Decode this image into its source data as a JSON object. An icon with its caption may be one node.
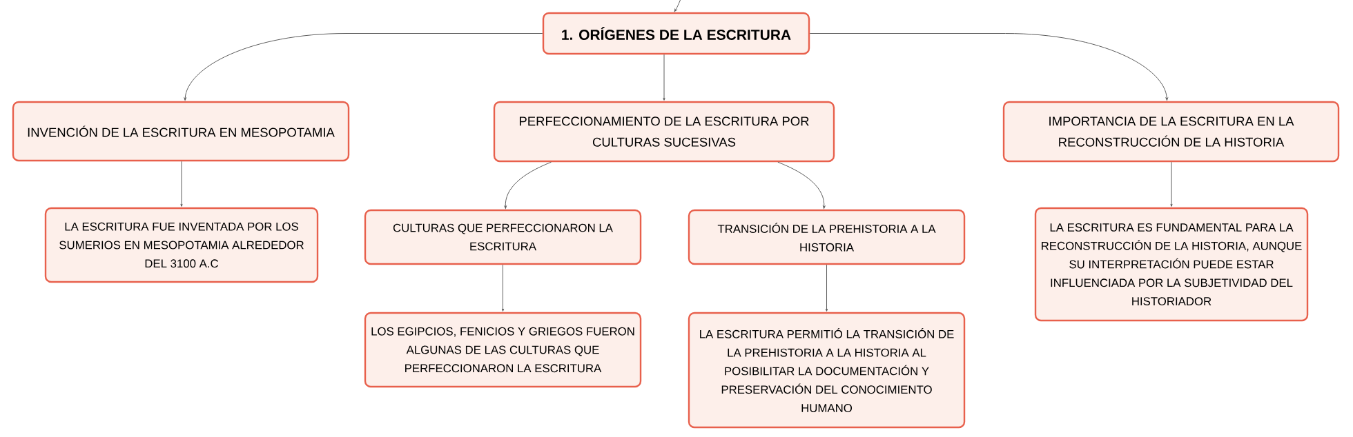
{
  "diagram": {
    "nodes": [
      {
        "text": [
          "1. ORÍGENES DE LA ESCRITURA"
        ]
      },
      {
        "text": [
          "INVENCIÓN DE LA ESCRITURA EN MESOPOTAMIA"
        ]
      },
      {
        "text": [
          "PERFECCIONAMIENTO DE LA ESCRITURA POR CULTURAS SUCESIVAS"
        ]
      },
      {
        "text": [
          "IMPORTANCIA DE LA ESCRITURA EN LA RECONSTRUCCIÓN DE LA HISTORIA"
        ]
      },
      {
        "text": [
          "LA ESCRITURA FUE INVENTADA POR LOS SUMERIOS EN MESOPOTAMIA ALREDEDOR DEL 3100 A.C"
        ]
      },
      {
        "text": [
          "CULTURAS QUE PERFECCIONARON LA ESCRITURA"
        ]
      },
      {
        "text": [
          "TRANSICIÓN DE LA PREHISTORIA A LA HISTORIA"
        ]
      },
      {
        "text": [
          "LOS EGIPCIOS, FENICIOS Y GRIEGOS FUERON ALGUNAS DE LAS CULTURAS QUE PERFECCIONARON LA ESCRITURA"
        ]
      },
      {
        "text": [
          "LA ESCRITURA PERMITIÓ LA TRANSICIÓN DE LA PREHISTORIA A LA HISTORIA AL POSIBILITAR LA DOCUMENTACIÓN Y PRESERVACIÓN DEL CONOCIMIENTO HUMANO"
        ]
      },
      {
        "text": [
          "LA ESCRITURA ES FUNDAMENTAL PARA LA RECONSTRUCCIÓN DE LA HISTORIA, AUNQUE SU INTERPRETACIÓN PUEDE ESTAR INFLUENCIADA POR LA SUBJETIVIDAD DEL HISTORIADOR"
        ]
      }
    ],
    "edges": [
      {
        "from": null,
        "to": 0,
        "arrow": "to"
      },
      {
        "from": 0,
        "to": 1,
        "arrow": "to"
      },
      {
        "from": 0,
        "to": 2,
        "arrow": "to"
      },
      {
        "from": 0,
        "to": 3,
        "arrow": "to"
      },
      {
        "from": 1,
        "to": 4,
        "arrow": "to"
      },
      {
        "from": 2,
        "to": 5,
        "arrow": "to"
      },
      {
        "from": 2,
        "to": 6,
        "arrow": "to"
      },
      {
        "from": 3,
        "to": 9,
        "arrow": "to"
      },
      {
        "from": 5,
        "to": 7,
        "arrow": "to"
      },
      {
        "from": 6,
        "to": 8,
        "arrow": "to"
      }
    ]
  }
}
